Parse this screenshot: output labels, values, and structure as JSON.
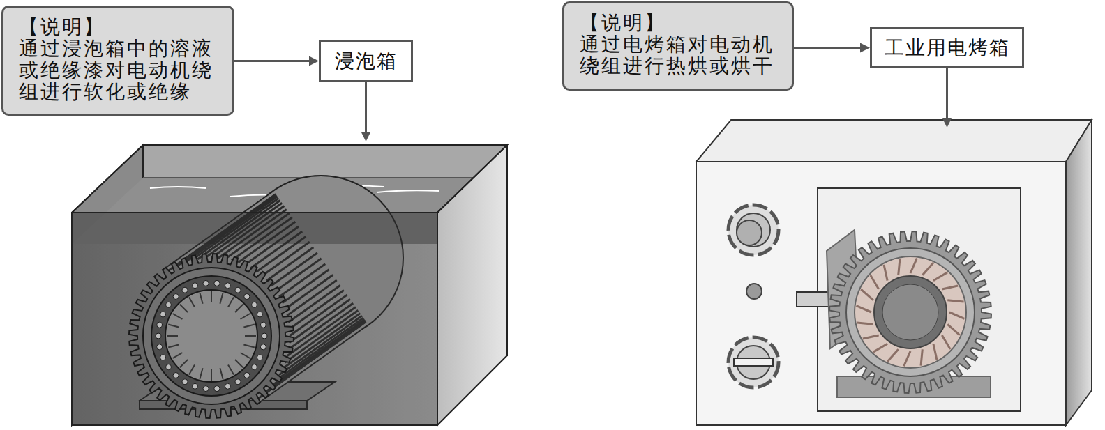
{
  "diagram": {
    "nodes": [
      {
        "text": [
          "【说明】",
          "通过浸泡箱中的溶液或绝缘漆对电动机绕组进行软化或绝缘"
        ]
      },
      {
        "text": [
          "浸泡箱"
        ]
      },
      {
        "text": [
          "【说明】",
          "通过电烤箱对电动机绕组进行热烘或烘干"
        ]
      },
      {
        "text": [
          "工业用电烤箱"
        ]
      }
    ],
    "edges": [
      {
        "from": 0,
        "to": 1,
        "arrow": "to"
      },
      {
        "from": 2,
        "to": 3,
        "arrow": "to"
      }
    ]
  }
}
